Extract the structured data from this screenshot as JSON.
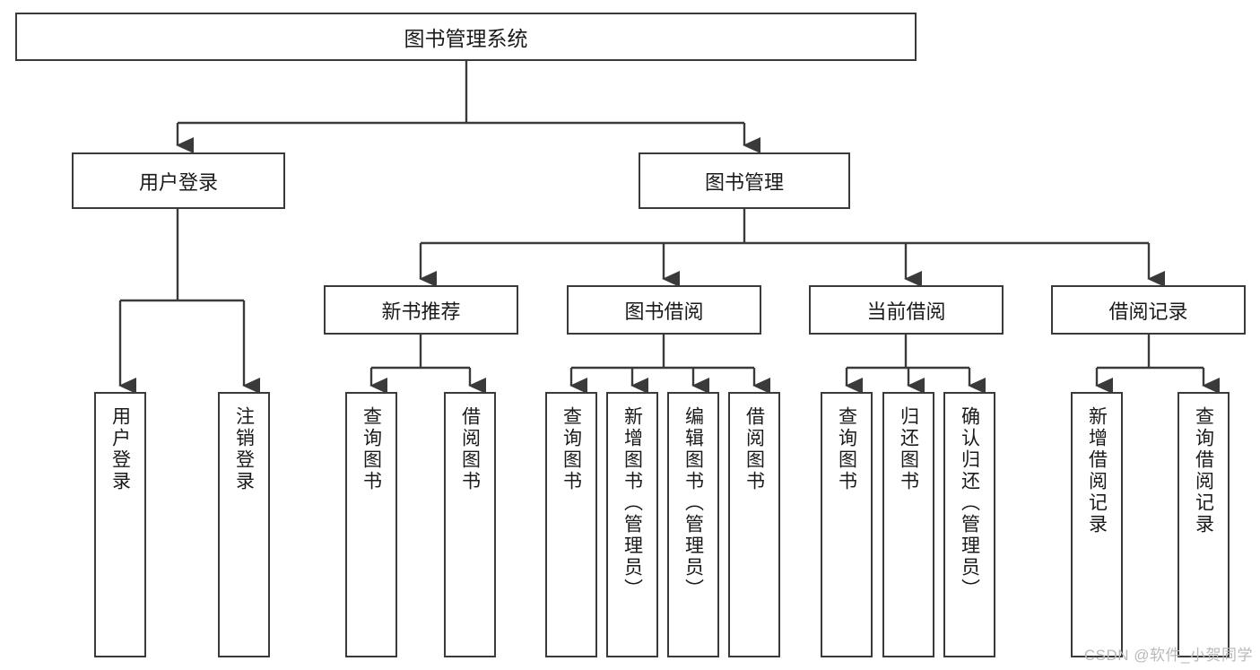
{
  "diagram": {
    "type": "tree-hierarchy-diagram",
    "title": "图书管理系统",
    "orientation": "top-down",
    "stroke_color": "#3a3a3a",
    "background_color": "#ffffff",
    "nodes": {
      "root": {
        "label": "图书管理系统"
      },
      "level2": [
        {
          "id": "user-login",
          "label": "用户登录"
        },
        {
          "id": "book-management",
          "label": "图书管理"
        }
      ],
      "level3": [
        {
          "id": "new-book-recommend",
          "label": "新书推荐"
        },
        {
          "id": "book-borrow",
          "label": "图书借阅"
        },
        {
          "id": "current-borrow",
          "label": "当前借阅"
        },
        {
          "id": "borrow-record",
          "label": "借阅记录"
        }
      ],
      "leaves": {
        "user-login": [
          {
            "id": "leaf-user-login",
            "label": "用户登录"
          },
          {
            "id": "leaf-logout-login",
            "label": "注销登录"
          }
        ],
        "new-book-recommend": [
          {
            "id": "leaf-query-book-1",
            "label": "查询图书"
          },
          {
            "id": "leaf-borrow-book-1",
            "label": "借阅图书"
          }
        ],
        "book-borrow": [
          {
            "id": "leaf-query-book-2",
            "label": "查询图书"
          },
          {
            "id": "leaf-add-book",
            "label": "新增图书（管理员）"
          },
          {
            "id": "leaf-edit-book",
            "label": "编辑图书（管理员）"
          },
          {
            "id": "leaf-borrow-book-2",
            "label": "借阅图书"
          }
        ],
        "current-borrow": [
          {
            "id": "leaf-query-book-3",
            "label": "查询图书"
          },
          {
            "id": "leaf-return-book",
            "label": "归还图书"
          },
          {
            "id": "leaf-confirm-return",
            "label": "确认归还（管理员）"
          }
        ],
        "borrow-record": [
          {
            "id": "leaf-add-record",
            "label": "新增借阅记录"
          },
          {
            "id": "leaf-query-record",
            "label": "查询借阅记录"
          }
        ]
      }
    }
  },
  "watermark": {
    "text": "CSDN @软件_小贺同学"
  }
}
